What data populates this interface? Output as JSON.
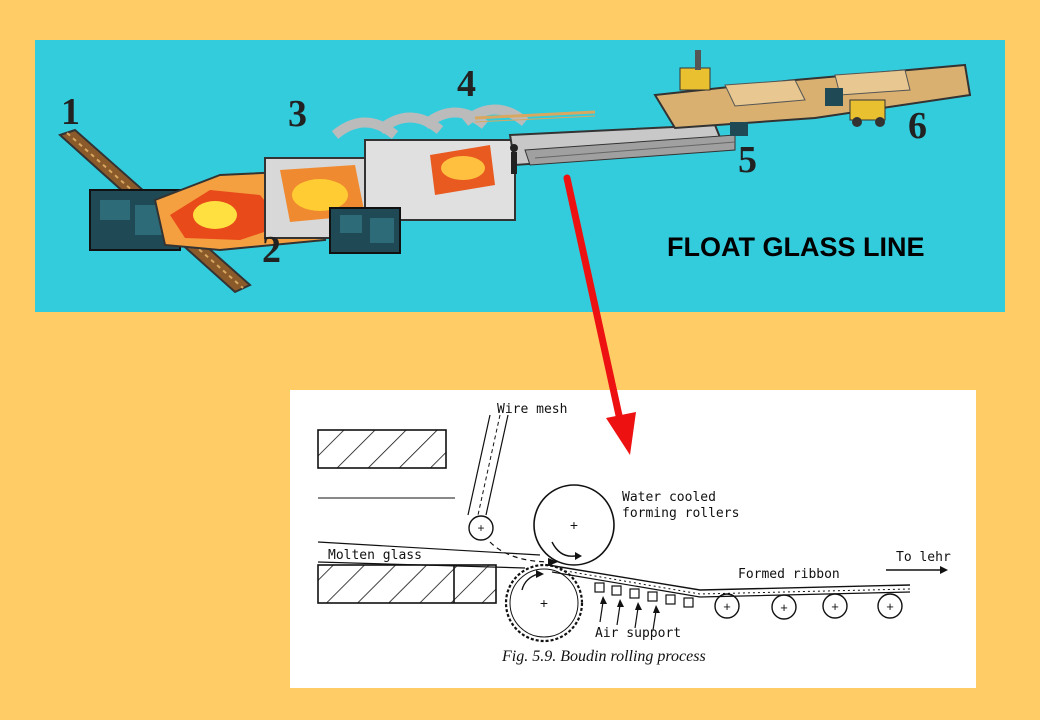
{
  "top": {
    "title": "FLOAT GLASS LINE",
    "steps": [
      "1",
      "2",
      "3",
      "4",
      "5",
      "6"
    ]
  },
  "diagram": {
    "labels": {
      "wire_mesh": "Wire mesh",
      "water_cooled": "Water cooled",
      "forming_rollers": "forming rollers",
      "molten_glass": "Molten glass",
      "to_lehr": "To lehr",
      "formed_ribbon": "Formed ribbon",
      "air_support": "Air support"
    },
    "caption": "Fig. 5.9. Boudin rolling process"
  },
  "colors": {
    "background": "#ffcc66",
    "panel": "#33ccdd",
    "arrow": "#ee1111"
  }
}
